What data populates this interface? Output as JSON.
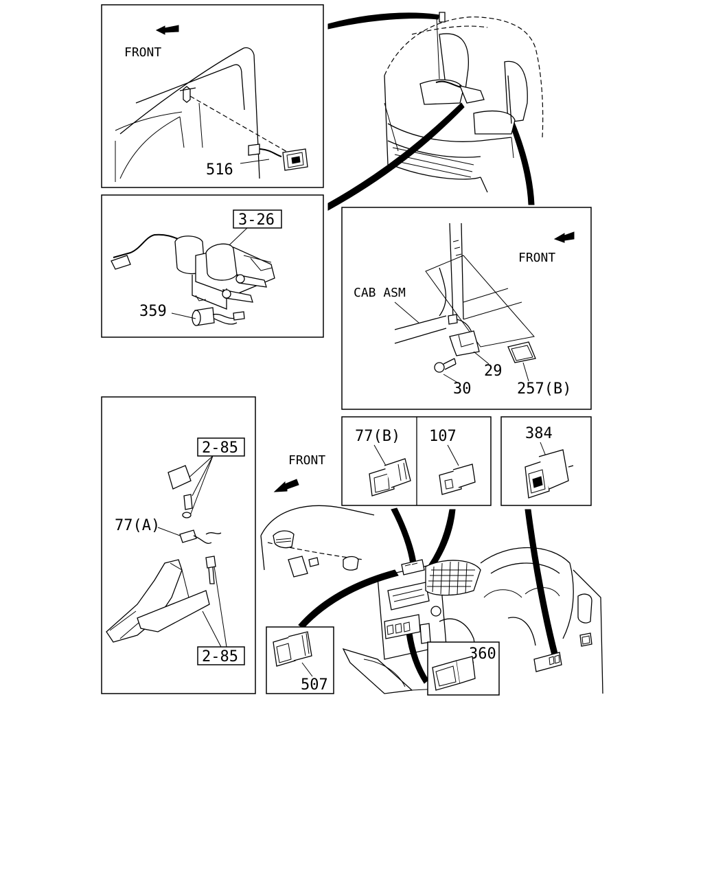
{
  "labels": {
    "front_1": "FRONT",
    "part_516": "516",
    "ref_3_26": "3-26",
    "part_359": "359",
    "front_2": "FRONT",
    "cab_asm": "CAB ASM",
    "part_29": "29",
    "part_30": "30",
    "part_257b": "257(B)",
    "ref_2_85_top": "2-85",
    "part_77a": "77(A)",
    "ref_2_85_bottom": "2-85",
    "front_3": "FRONT",
    "part_77b": "77(B)",
    "part_107": "107",
    "part_384": "384",
    "part_507": "507",
    "part_360": "360"
  },
  "icons": {
    "front_arrow": "arrow-icon"
  }
}
